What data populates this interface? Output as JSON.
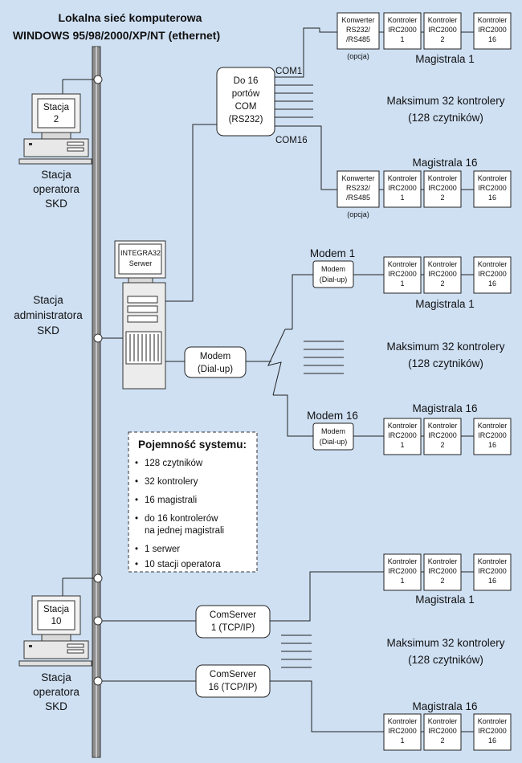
{
  "title": {
    "line1": "Lokalna sieć komputerowa",
    "line2": "WINDOWS 95/98/2000/XP/NT (ethernet)"
  },
  "stations": {
    "top": {
      "screen_label": [
        "Stacja",
        "2"
      ],
      "caption": [
        "Stacja",
        "operatora",
        "SKD"
      ]
    },
    "admin": {
      "caption": [
        "Stacja",
        "administratora",
        "SKD"
      ]
    },
    "bottom": {
      "screen_label": [
        "Stacja",
        "10"
      ],
      "caption": [
        "Stacja",
        "operatora",
        "SKD"
      ]
    }
  },
  "server": {
    "screen_label": [
      "INTEGRA32",
      "Serwer"
    ]
  },
  "com_box": {
    "lines": [
      "Do 16",
      "portów",
      "COM",
      "(RS232)"
    ],
    "com1": "COM1",
    "com16": "COM16"
  },
  "converter": {
    "lines": [
      "Konwerter",
      "RS232/",
      "/RS485"
    ],
    "note": "(opcja)"
  },
  "controllers": {
    "word": "Kontroler",
    "model": "IRC2000",
    "numbers": [
      "1",
      "2",
      "16"
    ]
  },
  "buses": {
    "first": "Magistrala 1",
    "last": "Magistrala 16"
  },
  "max": {
    "line1": "Maksimum 32 kontrolery",
    "line2": "(128 czytników)"
  },
  "modem_section": {
    "label_first": "Modem 1",
    "label_last": "Modem 16",
    "small_box": [
      "Modem",
      "(Dial-up)"
    ],
    "server_modem": [
      "Modem",
      "(Dial-up)"
    ]
  },
  "comservers": [
    {
      "lines": [
        "ComServer",
        "1 (TCP/IP)"
      ]
    },
    {
      "lines": [
        "ComServer",
        "16 (TCP/IP)"
      ]
    }
  ],
  "capacity": {
    "title": "Pojemność systemu:",
    "items": [
      [
        "128 czytników"
      ],
      [
        "32  kontrolery"
      ],
      [
        "16 magistrali"
      ],
      [
        "do 16 kontrolerów",
        "na jednej magistrali"
      ],
      [
        "1 serwer"
      ],
      [
        "10 stacji operatora"
      ]
    ]
  },
  "colors": {
    "background": "#cfe0f3",
    "lines": "#222222",
    "boxes": "#ffffff",
    "text": "#111111"
  }
}
